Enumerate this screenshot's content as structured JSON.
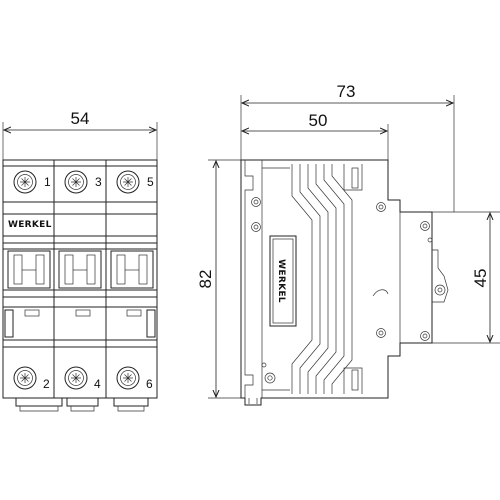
{
  "front_view": {
    "width_dim": "54",
    "brand": "WERKEL",
    "top_terminals": [
      "1",
      "3",
      "5"
    ],
    "bottom_terminals": [
      "2",
      "4",
      "6"
    ]
  },
  "side_view": {
    "total_depth_dim": "73",
    "body_depth_dim": "50",
    "height_dim": "82",
    "rail_height_dim": "45",
    "brand": "WERKEL"
  }
}
